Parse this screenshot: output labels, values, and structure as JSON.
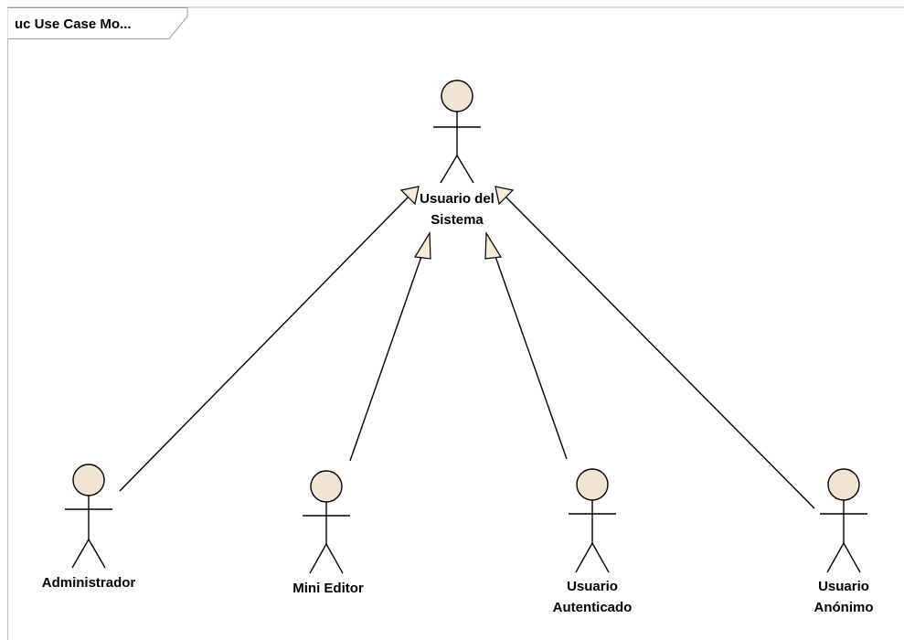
{
  "frame": {
    "title": "uc Use Case Mo..."
  },
  "colors": {
    "actor_head_fill": "#f0e4d4",
    "arrowhead_fill": "#f6ead9",
    "line": "#000000",
    "frame_border": "#b8b8b8"
  },
  "actors": {
    "usuario_sistema": {
      "line1": "Usuario del",
      "line2": "Sistema"
    },
    "administrador": {
      "line1": "Administrador"
    },
    "mini_editor": {
      "line1": "Mini Editor"
    },
    "usuario_autenticado": {
      "line1": "Usuario",
      "line2": "Autenticado"
    },
    "usuario_anonimo": {
      "line1": "Usuario",
      "line2": "Anónimo"
    }
  },
  "relationships": [
    {
      "type": "generalization",
      "from": "Administrador",
      "to": "Usuario del Sistema"
    },
    {
      "type": "generalization",
      "from": "Mini Editor",
      "to": "Usuario del Sistema"
    },
    {
      "type": "generalization",
      "from": "Usuario Autenticado",
      "to": "Usuario del Sistema"
    },
    {
      "type": "generalization",
      "from": "Usuario Anónimo",
      "to": "Usuario del Sistema"
    }
  ]
}
